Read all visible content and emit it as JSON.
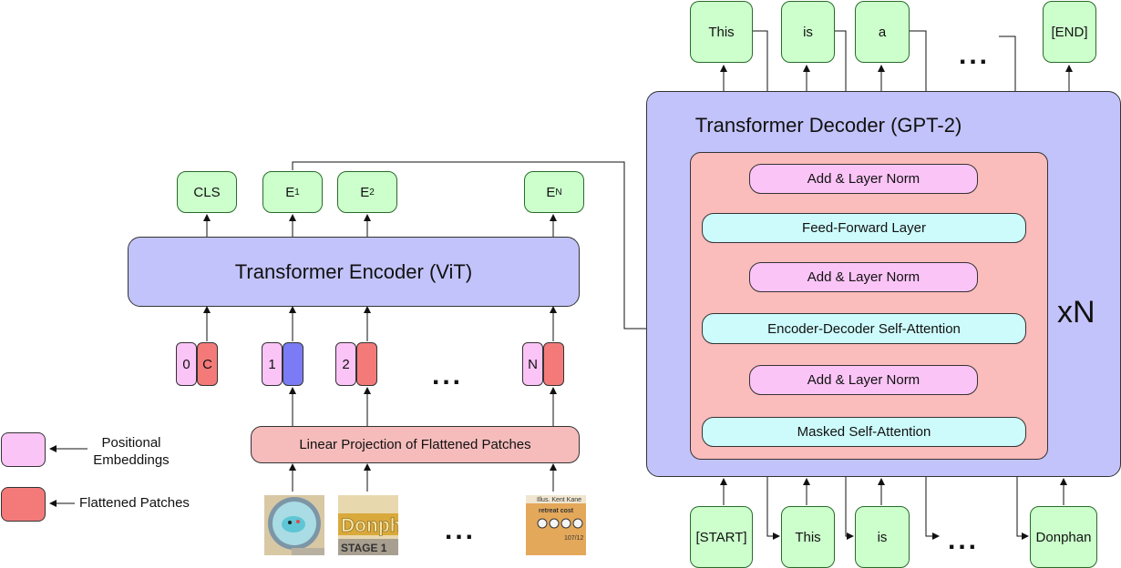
{
  "encoder": {
    "title": "Transformer Encoder (ViT)",
    "outputs": [
      "CLS",
      "E",
      "E",
      "E"
    ],
    "output_subscripts": [
      "",
      "1",
      "2",
      "N"
    ],
    "position_labels": [
      "0",
      "1",
      "2",
      "N"
    ],
    "patch_type_labels": [
      "C",
      "",
      "",
      ""
    ],
    "linear_projection": "Linear Projection of Flattened Patches"
  },
  "patches": {
    "patch2_text": "Donph",
    "patch2_subtext": "STAGE 1",
    "patchN_top": "Illus. Kent Kane",
    "patchN_mid": "retreat cost",
    "patchN_bottom": "107/12"
  },
  "legend": {
    "positional": "Positional\nEmbeddings",
    "flattened": "Flattened Patches"
  },
  "decoder": {
    "title": "Transformer Decoder (GPT-2)",
    "repeat": "xN",
    "layers": [
      "Add & Layer Norm",
      "Feed-Forward Layer",
      "Add & Layer Norm",
      "Encoder-Decoder Self-Attention",
      "Add & Layer Norm",
      "Masked Self-Attention"
    ],
    "outputs": [
      "This",
      "is",
      "a",
      "[END]"
    ],
    "inputs": [
      "[START]",
      "This",
      "is",
      "Donphan"
    ]
  },
  "ellipsis": "...",
  "colors": {
    "encoder_fill": "#c3c3fb",
    "decoder_inner_fill": "#fbbcbc",
    "token_fill": "#ccffcc",
    "norm_fill": "#fbc4f6",
    "attention_fill": "#cdfbfb",
    "flattened_patch": "#f47a7a",
    "highlight_patch": "#7b7bf5"
  }
}
